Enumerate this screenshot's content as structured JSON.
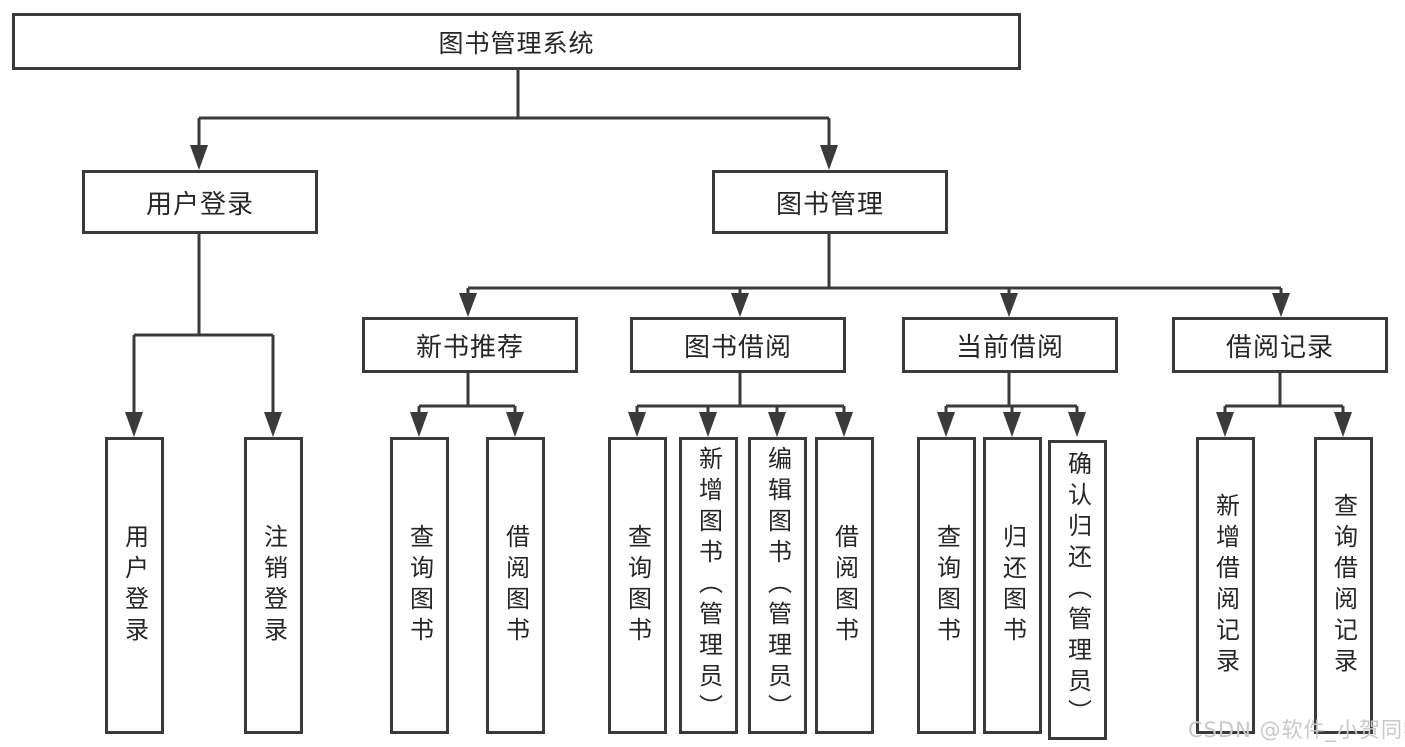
{
  "tree": {
    "root": "图书管理系统",
    "branches": [
      {
        "label": "用户登录",
        "leaves": [
          "用户登录",
          "注销登录"
        ]
      },
      {
        "label": "图书管理",
        "groups": [
          {
            "label": "新书推荐",
            "leaves": [
              "查询图书",
              "借阅图书"
            ]
          },
          {
            "label": "图书借阅",
            "leaves": [
              "查询图书",
              "新增图书（管理员）",
              "编辑图书（管理员）",
              "借阅图书"
            ]
          },
          {
            "label": "当前借阅",
            "leaves": [
              "查询图书",
              "归还图书",
              "确认归还（管理员）"
            ]
          },
          {
            "label": "借阅记录",
            "leaves": [
              "新增借阅记录",
              "查询借阅记录"
            ]
          }
        ]
      }
    ]
  },
  "watermark": "CSDN @软件_小贺同学",
  "colors": {
    "line": "#3a3a3a",
    "text": "#262626",
    "watermark": "#c9c9c9",
    "background": "#ffffff"
  }
}
